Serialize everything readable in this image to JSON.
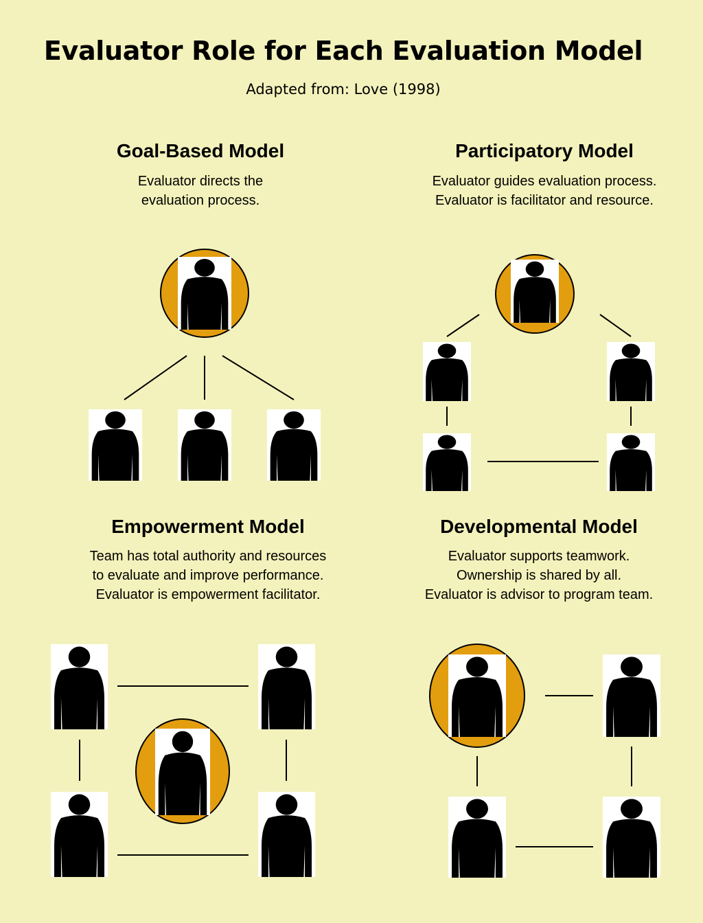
{
  "title": "Evaluator Role for Each Evaluation Model",
  "subtitle": "Adapted from: Love (1998)",
  "colors": {
    "background": "#F3F2BC",
    "evaluator_ring": "#E39E0F",
    "figure": "#000000",
    "figure_bg": "#FFFFFF"
  },
  "models": {
    "goal_based": {
      "heading": "Goal-Based Model",
      "lines": [
        "Evaluator directs the",
        "evaluation process."
      ]
    },
    "participatory": {
      "heading": "Participatory Model",
      "lines": [
        "Evaluator guides evaluation process.",
        "Evaluator is facilitator and resource."
      ]
    },
    "empowerment": {
      "heading": "Empowerment Model",
      "lines": [
        "Team has total authority and resources",
        "to evaluate and improve performance.",
        "Evaluator is empowerment facilitator."
      ]
    },
    "developmental": {
      "heading": "Developmental Model",
      "lines": [
        "Evaluator supports teamwork.",
        "Ownership is shared by all.",
        "Evaluator is advisor to program team."
      ]
    }
  }
}
